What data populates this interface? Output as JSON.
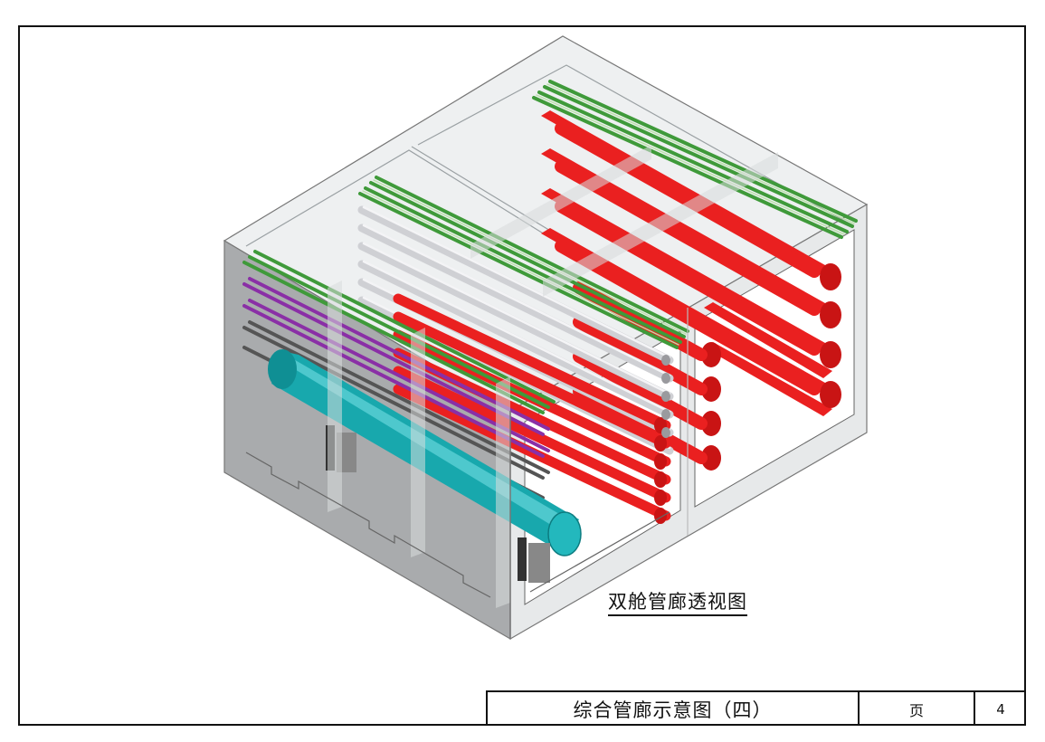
{
  "drawing": {
    "caption": "双舱管廊透视图"
  },
  "title_block": {
    "title": "综合管廊示意图（四）",
    "page_label": "页",
    "page_number": "4"
  },
  "colors": {
    "cable_green": "#3f9a3a",
    "cable_purple": "#8a2fa6",
    "cable_gray": "#555555",
    "pipe_red": "#e81e1e",
    "pipe_white": "#d8d8dc",
    "pipe_teal": "#18a8ad",
    "concrete": "#a9abad"
  },
  "icons": [
    "utility-tunnel-3d-drawing"
  ]
}
